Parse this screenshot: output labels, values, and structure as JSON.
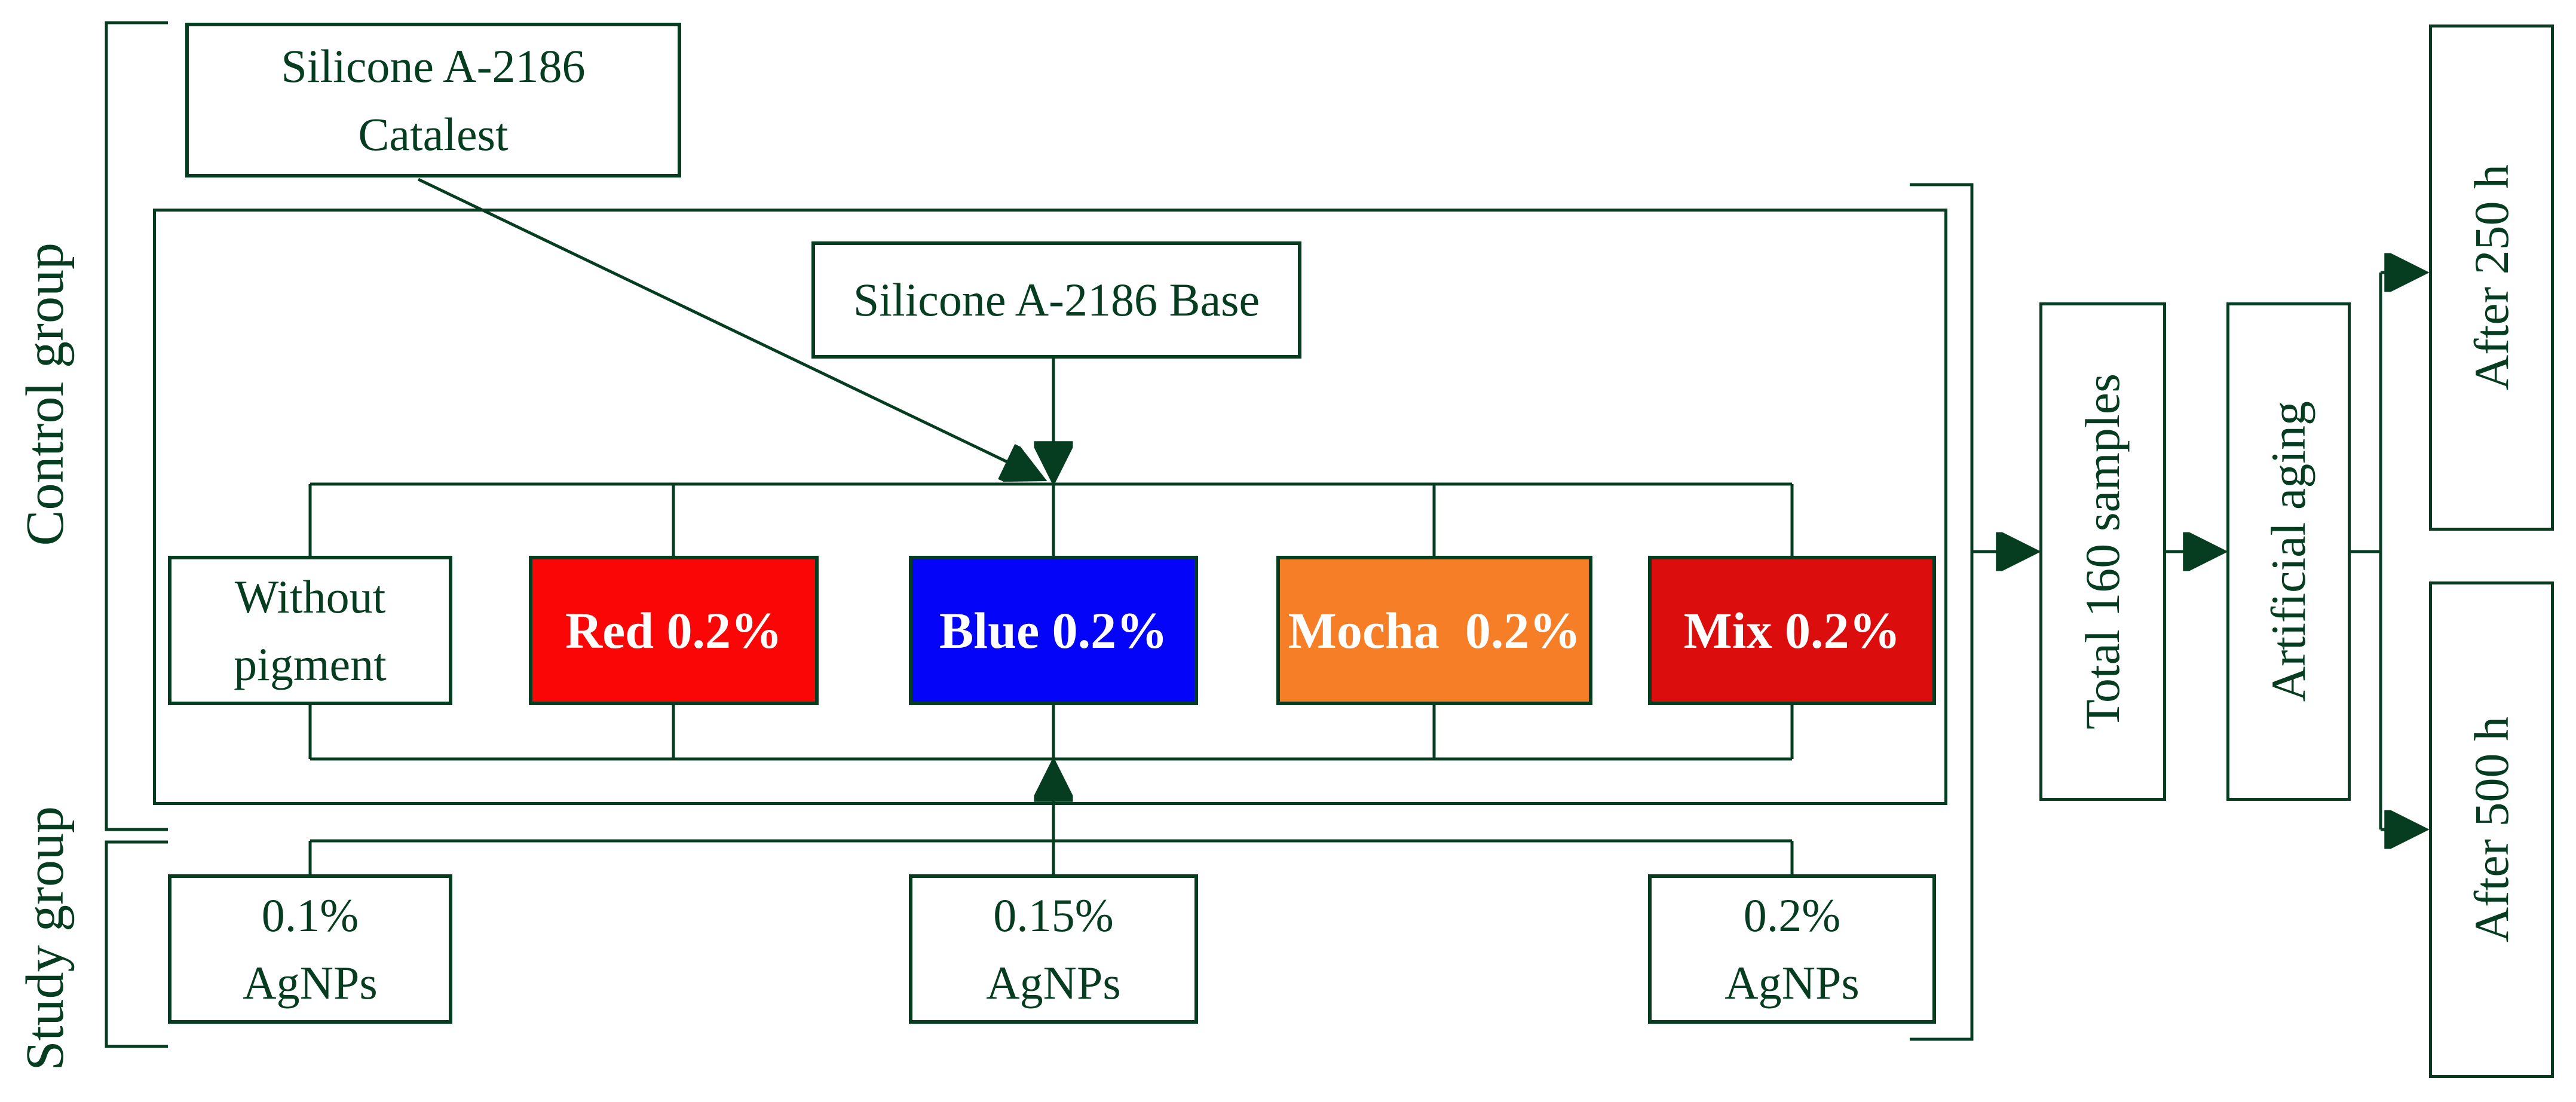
{
  "diagram": {
    "accent_green": "#063d20",
    "control_group_label": "Control group",
    "study_group_label": "Study group",
    "catalest_box": "Silicone A-2186\nCatalest",
    "base_box": "Silicone A-2186 Base",
    "pigment_boxes": [
      {
        "label": "Without\npigment",
        "fill": "#ffffff",
        "text_color": "#063d20"
      },
      {
        "label": "Red 0.2%",
        "fill": "#fb0606",
        "text_color": "#ffffff"
      },
      {
        "label": "Blue 0.2%",
        "fill": "#0404f8",
        "text_color": "#ffffff"
      },
      {
        "label": "Mocha  0.2%",
        "fill": "#f57e26",
        "text_color": "#ffffff"
      },
      {
        "label": "Mix 0.2%",
        "fill": "#dc0d0d",
        "text_color": "#ffffff"
      }
    ],
    "agnps_boxes": [
      {
        "label": "0.1%\nAgNPs"
      },
      {
        "label": "0.15%\nAgNPs"
      },
      {
        "label": "0.2%\nAgNPs"
      }
    ],
    "total_box": "Total 160 samples",
    "aging_box": "Artificial aging",
    "after_250_box": "After 250 h",
    "after_500_box": "After 500 h"
  }
}
